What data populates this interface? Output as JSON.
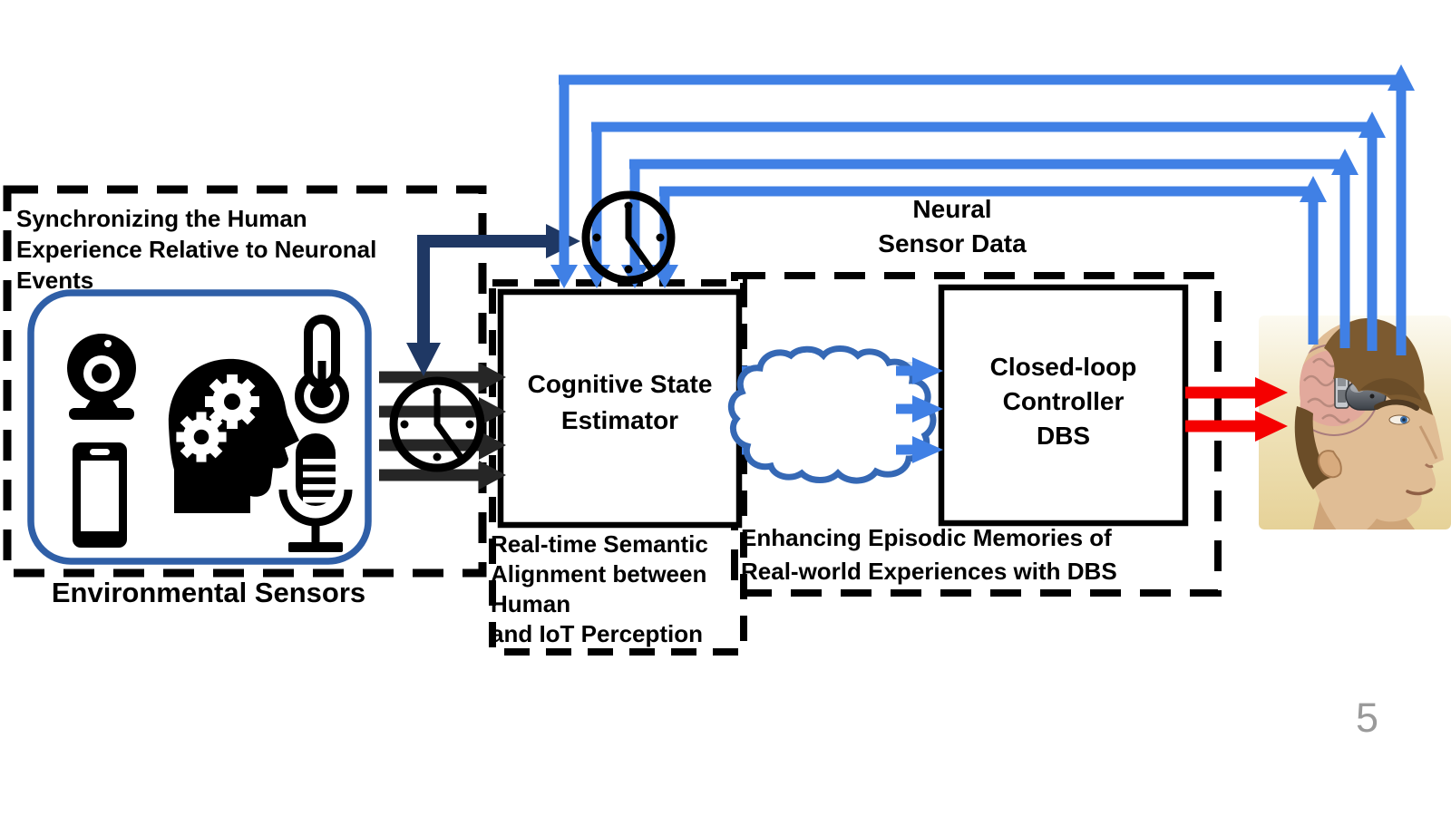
{
  "slide": {
    "page_number": "5",
    "background": "#ffffff"
  },
  "colors": {
    "arrow_blue": "#4080e5",
    "arrow_navy": "#1f3864",
    "arrow_dark": "#262626",
    "arrow_red": "#f50000",
    "cloud_outline": "#3568b5",
    "cloud_band": "#cfe0f5",
    "sensor_panel_border": "#2f5fa7",
    "box_border": "#000000",
    "page_number_gray": "#9a9a9a"
  },
  "sensors_section": {
    "title": "Synchronizing the Human\nExperience Relative to Neuronal\nEvents",
    "label": "Environmental Sensors",
    "icons": [
      "webcam-icon",
      "smartphone-icon",
      "head-gears-icon",
      "thermometer-icon",
      "microphone-icon"
    ]
  },
  "estimator_section": {
    "box_label": "Cognitive State\nEstimator",
    "caption": "Real-time Semantic\nAlignment between\nHuman\nand IoT Perception"
  },
  "controller_section": {
    "box_label": "Closed-loop\nController\nDBS",
    "caption": "Enhancing Episodic Memories of\nReal-world Experiences with DBS"
  },
  "feedback": {
    "label": "Neural\nSensor Data"
  },
  "flows": [
    {
      "from": "environmental-sensors",
      "to": "cognitive-state-estimator",
      "style": "dark-arrows",
      "count": 4
    },
    {
      "from": "timestamp-sync",
      "to": "clocks",
      "style": "navy-elbow-arrow",
      "count": 1
    },
    {
      "from": "cognitive-state-estimator",
      "to": "closed-loop-controller-dbs",
      "via": "cloud",
      "style": "blue-arrows",
      "count": 3
    },
    {
      "from": "closed-loop-controller-dbs",
      "to": "patient-head",
      "style": "red-arrows",
      "count": 2
    },
    {
      "from": "patient-head",
      "to": "cognitive-state-estimator",
      "label": "Neural Sensor Data",
      "style": "blue-loop-arrows",
      "count": 4
    }
  ]
}
